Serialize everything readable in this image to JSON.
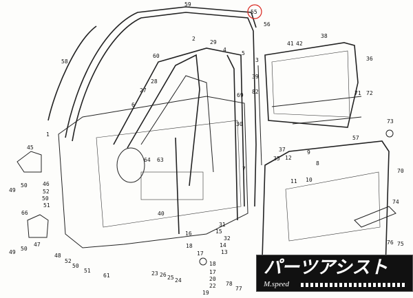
{
  "diagram": {
    "title": "Door parts exploded diagram",
    "highlight_label": "55",
    "highlight_color": "#d9241c",
    "labels": [
      "59",
      "55",
      "56",
      "58",
      "2",
      "60",
      "29",
      "4",
      "5",
      "3",
      "28",
      "27",
      "6",
      "38",
      "41",
      "42",
      "36",
      "39",
      "82",
      "69",
      "71",
      "72",
      "1",
      "30",
      "73",
      "57",
      "45",
      "64",
      "63",
      "37",
      "35",
      "12",
      "9",
      "8",
      "7",
      "10",
      "11",
      "70",
      "46",
      "49",
      "50",
      "52",
      "50",
      "51",
      "66",
      "40",
      "74",
      "31",
      "15",
      "16",
      "32",
      "14",
      "18",
      "13",
      "17",
      "76",
      "75",
      "47",
      "49",
      "50",
      "48",
      "52",
      "50",
      "51",
      "61",
      "23",
      "26",
      "25",
      "24",
      "18",
      "17",
      "20",
      "22",
      "19",
      "78",
      "77"
    ]
  },
  "watermark": {
    "title": "パーツアシスト",
    "subtitle": "M.speed"
  }
}
